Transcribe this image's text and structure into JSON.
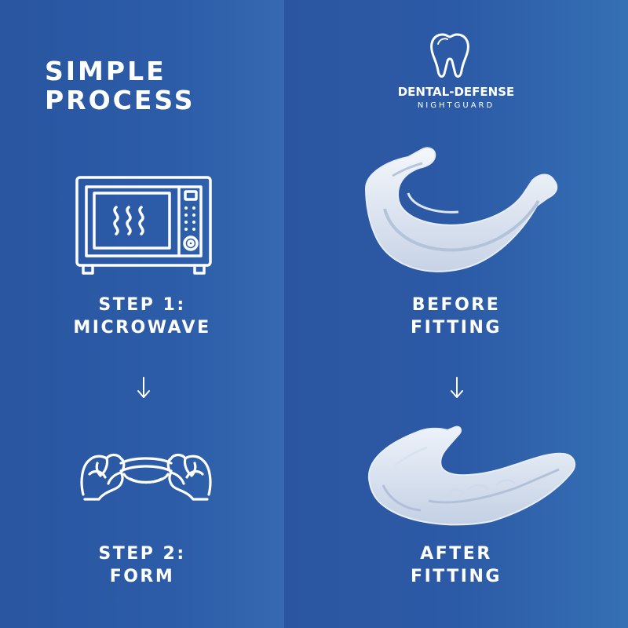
{
  "left_panel": {
    "heading": {
      "line1": "SIMPLE",
      "line2": "PROCESS"
    },
    "step1": {
      "line1": "STEP 1:",
      "line2": "MICROWAVE",
      "icon": "microwave-icon"
    },
    "step2": {
      "line1": "STEP 2:",
      "line2": "FORM",
      "icon": "hands-bending-guard-icon"
    }
  },
  "right_panel": {
    "brand": {
      "name": "DENTAL-DEFENSE",
      "tagline": "NIGHTGUARD",
      "logo": "tooth-logo"
    },
    "before": {
      "line1": "BEFORE",
      "line2": "FITTING"
    },
    "after": {
      "line1": "AFTER",
      "line2": "FITTING"
    }
  },
  "colors": {
    "left_background": "#2c5ca8",
    "right_background": "#2c5aa6",
    "text": "#ffffff"
  }
}
